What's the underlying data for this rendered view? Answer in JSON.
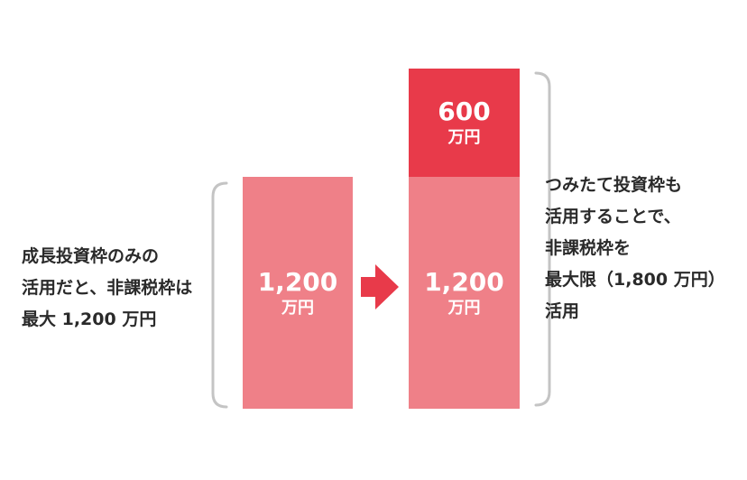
{
  "left_note": {
    "lines": [
      "成長投資枠のみの",
      "活用だと、非課税枠は",
      "最大 1,200 万円"
    ]
  },
  "right_note": {
    "lines": [
      "つみたて投資枠も",
      "活用することで、",
      "非課税枠を",
      "最大限（1,800 万円）",
      "活用"
    ]
  },
  "left_bar": {
    "amount": "1,200",
    "unit": "万円"
  },
  "right_bar_base": {
    "amount": "1,200",
    "unit": "万円"
  },
  "right_bar_top": {
    "amount": "600",
    "unit": "万円"
  },
  "colors": {
    "base_bar": "#ef8088",
    "top_bar": "#e83a4a",
    "arrow": "#e83a4a",
    "bracket": "#c4c4c4"
  }
}
